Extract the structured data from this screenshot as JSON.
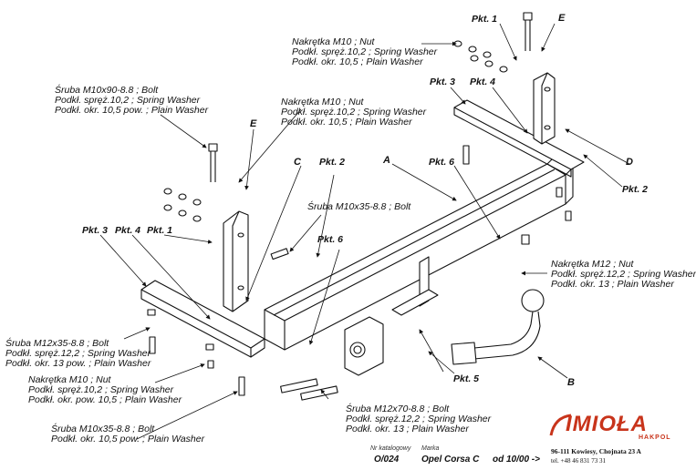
{
  "labels": {
    "nut_m10_top": [
      "Nakrętka  M10 ; Nut",
      "Podkł. spręż.10,2 ; Spring Washer",
      "Podkł. okr. 10,5 ; Plain Washer"
    ],
    "bolt_m10x90": [
      "Śruba M10x90-8.8 ;  Bolt",
      "Podkł. spręż.10,2 ; Spring Washer",
      "Podkł. okr. 10,5 pow. ; Plain Washer"
    ],
    "nut_m10_mid": [
      "Nakrętka  M10 ; Nut",
      "Podkł. spręż.10,2 ; Spring Washer",
      "Podkł. okr. 10,5 ; Plain Washer"
    ],
    "bolt_m10x35_center": "Śruba M10x35-8.8 ;  Bolt",
    "nut_m12": [
      "Nakrętka  M12 ; Nut",
      "Podkł. spręż.12,2 ; Spring Washer",
      "Podkł. okr. 13 ; Plain Washer"
    ],
    "bolt_m12x35": [
      "Śruba M12x35-8.8 ;  Bolt",
      "Podkł. spręż.12,2 ; Spring Washer",
      "Podkł. okr. 13 pow. ; Plain Washer"
    ],
    "nut_m10_left": [
      "Nakrętka M10 ; Nut",
      "Podkł. spręż.10,2 ; Spring Washer",
      "Podkł. okr. pow. 10,5 ; Plain Washer"
    ],
    "bolt_m10x35_bottom": [
      "Śruba M10x35-8.8 ;  Bolt",
      "Podkł. okr. 10,5 pow. ; Plain Washer"
    ],
    "bolt_m12x70": [
      "Śruba M12x70-8.8 ;  Bolt",
      "Podkł. spręż.12,2 ; Spring Washer",
      "Podkł. okr. 13 ; Plain Washer"
    ]
  },
  "tags": {
    "pkt1_top": "Pkt. 1",
    "pkt3_top": "Pkt. 3",
    "pkt4_top": "Pkt. 4",
    "pkt2_right": "Pkt. 2",
    "pkt6_right": "Pkt. 6",
    "pkt2_mid": "Pkt. 2",
    "pkt3_left": "Pkt. 3",
    "pkt4_left": "Pkt. 4",
    "pkt1_left": "Pkt. 1",
    "pkt6_mid": "Pkt. 6",
    "pkt5": "Pkt. 5"
  },
  "letters": {
    "e_top": "E",
    "e_left": "E",
    "c": "C",
    "a": "A",
    "d": "D",
    "b": "B"
  },
  "footer": {
    "catalog_label": "Nr katalogowy",
    "catalog_value": "O/024",
    "make_label": "Marka",
    "make_value": "Opel Corsa C",
    "from": "od  10/00 ->"
  },
  "brand": {
    "name": "IMIOŁA",
    "sub": "HAKPOL",
    "address": "96-111 Kowiesy, Chojnata 23 A",
    "phone": "tel. +48 46 831 73 31"
  }
}
